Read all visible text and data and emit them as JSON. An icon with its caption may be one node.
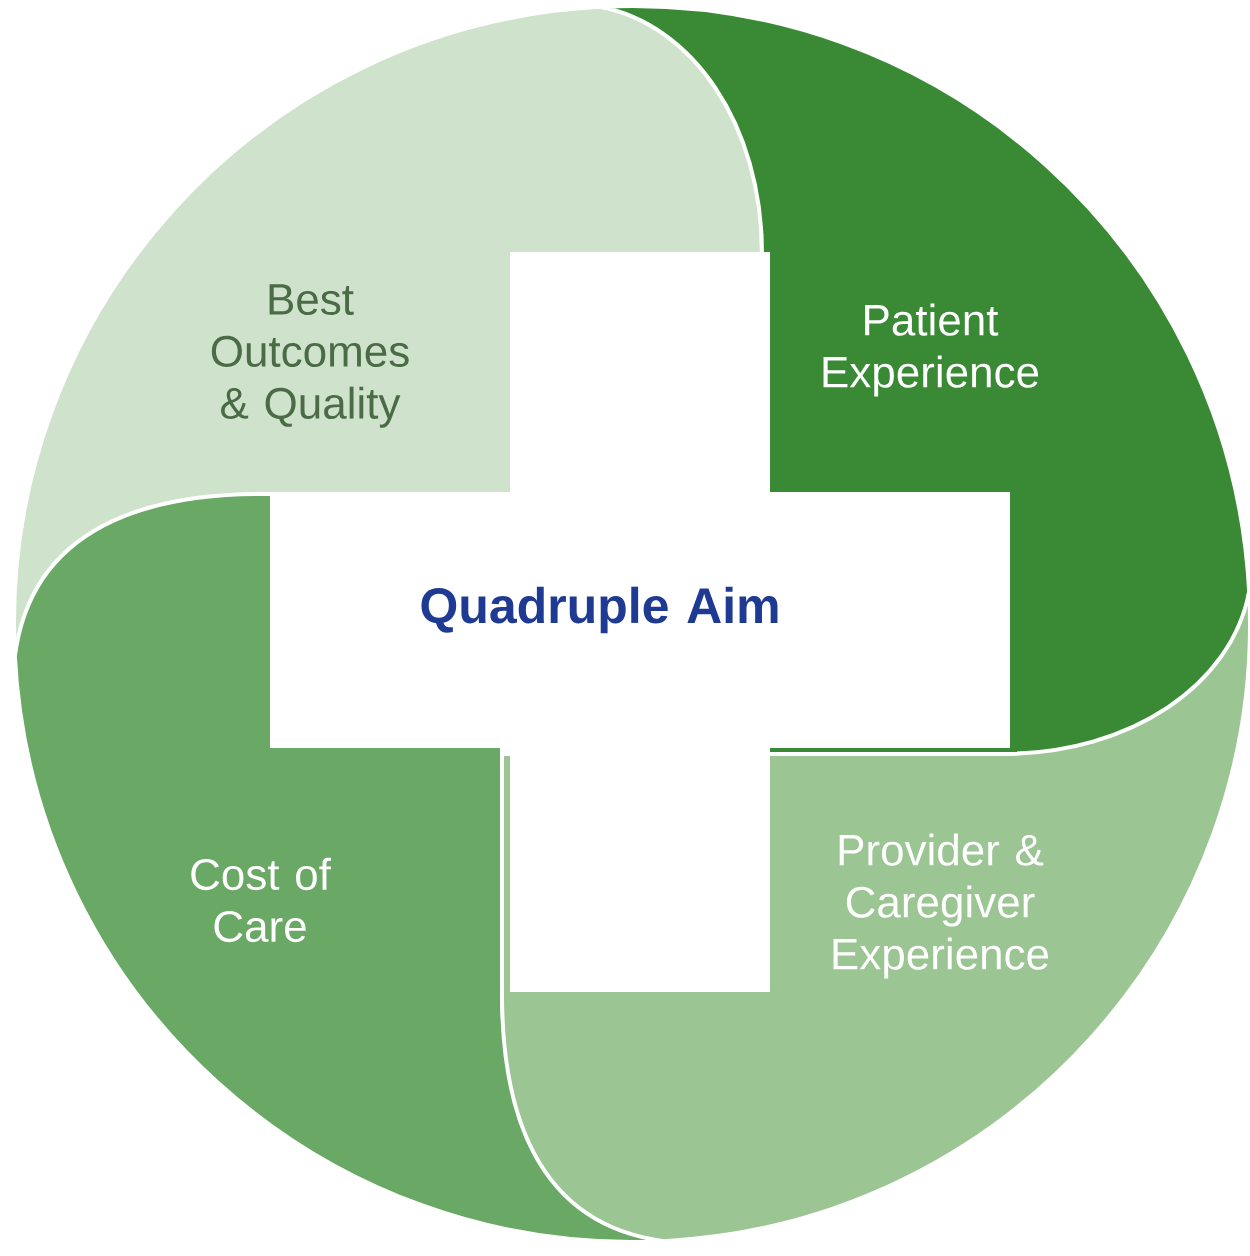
{
  "diagram": {
    "nodes": [
      {
        "text": [
          "Best Outcomes & Quality"
        ]
      },
      {
        "text": [
          "Patient Experience"
        ]
      },
      {
        "text": [
          "Quadruple Aim"
        ]
      },
      {
        "text": [
          "Cost of Care"
        ]
      },
      {
        "text": [
          "Provider & Caregiver Experience"
        ]
      }
    ]
  }
}
